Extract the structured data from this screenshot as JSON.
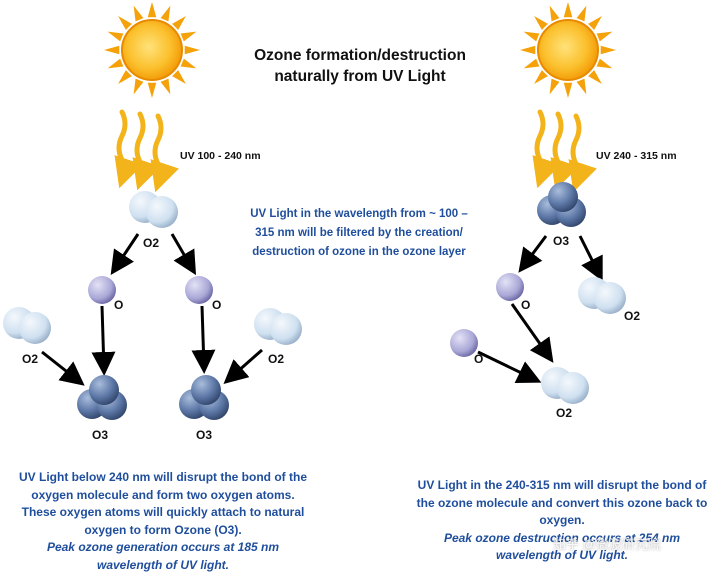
{
  "title": {
    "line1": "Ozone formation/destruction",
    "line2": "naturally from UV Light"
  },
  "left": {
    "uv_label": "UV 100 - 240 nm",
    "molecules": {
      "o2_top": "O2",
      "o_left": "O",
      "o_right": "O",
      "o2_side_left": "O2",
      "o2_side_right": "O2",
      "o3_left": "O3",
      "o3_right": "O3"
    },
    "caption": {
      "line1": "UV Light below 240 nm will disrupt the bond of the",
      "line2": "oxygen molecule and form two oxygen atoms.",
      "line3": "These oxygen atoms will quickly attach to natural",
      "line4": "oxygen to form Ozone (O3).",
      "line5": "Peak ozone generation occurs at 185 nm",
      "line6": "wavelength of UV light."
    }
  },
  "center_note": {
    "line1": "UV Light in the wavelength from ~ 100 –",
    "line2": "315 nm will be filtered by the creation/",
    "line3": "destruction of ozone in the ozone layer"
  },
  "right": {
    "uv_label": "UV 240 - 315 nm",
    "molecules": {
      "o3_top": "O3",
      "o2_right": "O2",
      "o_left": "O",
      "o_incoming": "O",
      "o2_bottom": "O2"
    },
    "caption": {
      "line1": "UV Light in the 240-315 nm will disrupt the bond of",
      "line2": "the ozone molecule and convert this ozone back to",
      "line3": "oxygen.",
      "line4": "Peak ozone destruction occurs at 254 nm",
      "line5": "wavelength of UV light."
    }
  },
  "watermark": "知乎 @微波研究院",
  "colors": {
    "caption_blue": "#1f4e9c",
    "sun_orange": "#f5a20a",
    "sun_core": "#fbc02d",
    "uv_ray": "#f3b31a",
    "o2_atom": "#cfe0f0",
    "o_atom": "#a9a7d6",
    "o3_atom": "#5e79a8",
    "arrow": "#000000"
  }
}
